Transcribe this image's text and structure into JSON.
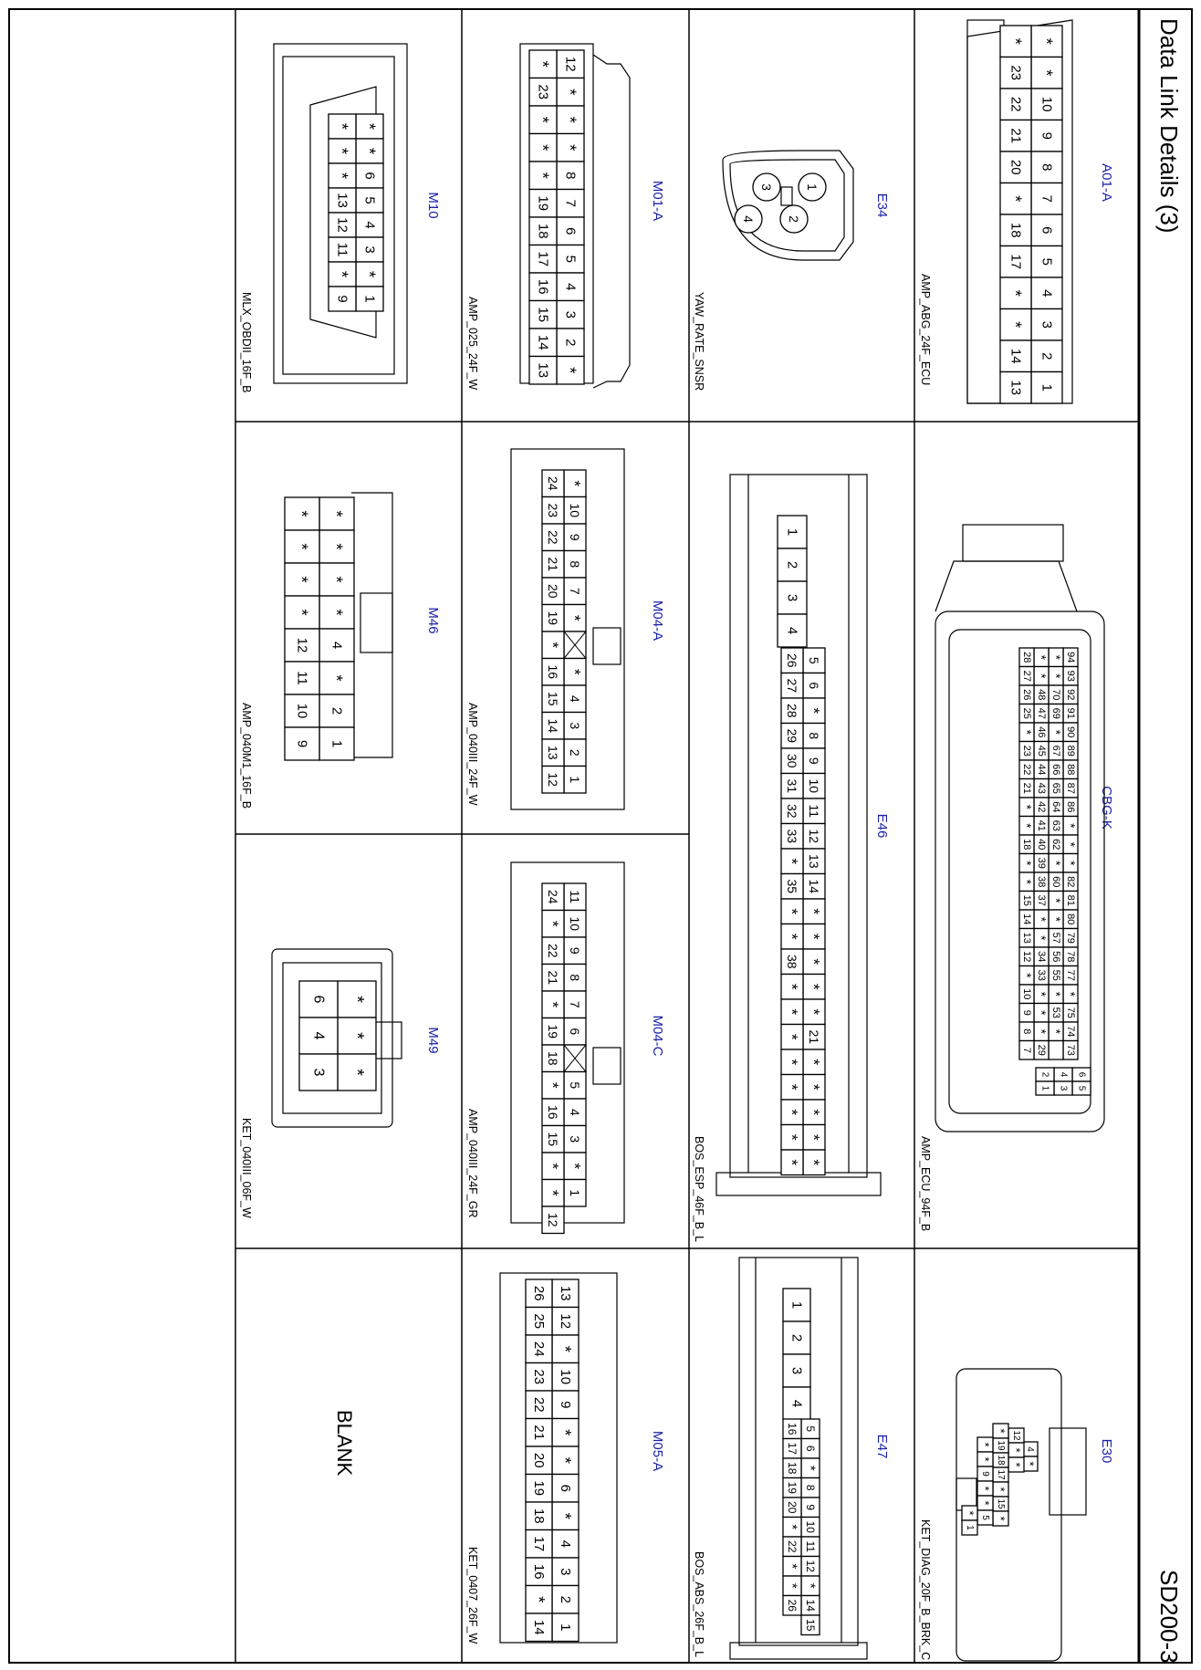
{
  "page": {
    "title": "Data Link Details  (3)",
    "code": "SD200-3",
    "blank_label": "BLANK"
  },
  "connectors": [
    {
      "id": "A01-A",
      "type": "AMP_ABG_24F_ECU",
      "rows": [
        [
          "*",
          "*",
          "10",
          "9",
          "8",
          "7",
          "6",
          "5",
          "4",
          "3",
          "2",
          "1"
        ],
        [
          "*",
          "23",
          "22",
          "21",
          "20",
          "*",
          "18",
          "17",
          "*",
          "*",
          "14",
          "13"
        ]
      ]
    },
    {
      "id": "E34",
      "type": "YAW_RATE_SNSR",
      "rows": [
        [
          "1",
          "2"
        ],
        [
          "3",
          "4"
        ]
      ]
    },
    {
      "id": "M01-A",
      "type": "AMP_025_24F_W",
      "rows": [
        [
          "12",
          "*",
          "*",
          "*",
          "8",
          "7",
          "6",
          "5",
          "4",
          "3",
          "2",
          "*"
        ],
        [
          "*",
          "23",
          "*",
          "*",
          "*",
          "19",
          "18",
          "17",
          "16",
          "15",
          "14",
          "13"
        ]
      ]
    },
    {
      "id": "M10",
      "type": "MLX_OBDII_16F_B",
      "rows": [
        [
          "*",
          "*",
          "6",
          "5",
          "4",
          "3",
          "*",
          "1"
        ],
        [
          "*",
          "*",
          "*",
          "13",
          "12",
          "11",
          "*",
          "9"
        ]
      ]
    },
    {
      "id": "CBG-K",
      "type": "AMP_ECU_94F_B",
      "rows": [
        [
          "94",
          "93",
          "92",
          "91",
          "90",
          "89",
          "88",
          "87",
          "86",
          "*",
          "*",
          "*",
          "82",
          "81",
          "80",
          "79",
          "78",
          "77",
          "*",
          "75",
          "74",
          "73"
        ],
        [
          "*",
          "*",
          "70",
          "69",
          "*",
          "67",
          "66",
          "65",
          "64",
          "63",
          "62",
          "*",
          "60",
          "*",
          "*",
          "57",
          "56",
          "55",
          "*",
          "53",
          "*",
          ""
        ],
        [
          "*",
          "*",
          "48",
          "47",
          "46",
          "45",
          "44",
          "43",
          "42",
          "41",
          "40",
          "39",
          "38",
          "37",
          "*",
          "*",
          "34",
          "33",
          "*",
          "*",
          "*",
          "29"
        ],
        [
          "28",
          "27",
          "26",
          "25",
          "*",
          "23",
          "22",
          "21",
          "*",
          "*",
          "18",
          "*",
          "*",
          "15",
          "14",
          "13",
          "12",
          "*",
          "10",
          "9",
          "8",
          "7"
        ]
      ],
      "aux": [
        [
          "6",
          "5"
        ],
        [
          "4",
          "3"
        ],
        [
          "2",
          "1"
        ]
      ]
    },
    {
      "id": "E46",
      "type": "BOS_ESP_46F_B_L",
      "top": [
        "1",
        "2",
        "3",
        "4"
      ],
      "rows": [
        [
          "5",
          "6",
          "*",
          "8",
          "9",
          "10",
          "11",
          "12",
          "13",
          "14",
          "*",
          "*",
          "*",
          "*",
          "*",
          "21",
          "*",
          "*",
          "*",
          "*",
          "*"
        ],
        [
          "26",
          "27",
          "28",
          "29",
          "30",
          "31",
          "32",
          "33",
          "*",
          "35",
          "*",
          "*",
          "38",
          "*",
          "*",
          "*",
          "*",
          "*",
          "*",
          "*",
          "*"
        ]
      ]
    },
    {
      "id": "M04-A",
      "type": "AMP_040III_24F_W",
      "rows": [
        [
          "*",
          "10",
          "9",
          "8",
          "7",
          "*",
          "X",
          "*",
          "4",
          "3",
          "2",
          "1"
        ],
        [
          "24",
          "23",
          "22",
          "21",
          "20",
          "19",
          "*",
          "16",
          "15",
          "14",
          "13",
          "12"
        ]
      ]
    },
    {
      "id": "M46",
      "type": "AMP_040M1_16F_B",
      "rows": [
        [
          "*",
          "*",
          "*",
          "*",
          "4",
          "*",
          "2",
          "1"
        ],
        [
          "*",
          "*",
          "*",
          "*",
          "12",
          "11",
          "10",
          "9"
        ]
      ]
    },
    {
      "id": "M04-C",
      "type": "AMP_040III_24F_GR",
      "rows": [
        [
          "11",
          "10",
          "9",
          "8",
          "7",
          "6",
          "X",
          "5",
          "4",
          "3",
          "*",
          "1"
        ],
        [
          "24",
          "*",
          "22",
          "21",
          "*",
          "19",
          "18",
          "*",
          "16",
          "15",
          "*",
          "*",
          "12"
        ]
      ]
    },
    {
      "id": "M49",
      "type": "KET_040III_06F_W",
      "rows": [
        [
          "*",
          "*",
          "*"
        ],
        [
          "6",
          "4",
          "3"
        ]
      ]
    },
    {
      "id": "E30",
      "type": "KET_DIAG_20F_B_BRK_C",
      "rows": [
        [
          "4",
          "*"
        ],
        [
          "12",
          "*",
          "*"
        ],
        [
          "*",
          "19",
          "18",
          "17",
          "*",
          "15",
          "*"
        ],
        [
          "*",
          "*",
          "9",
          "*",
          "*",
          "5"
        ],
        [
          "*",
          "1"
        ]
      ]
    },
    {
      "id": "E47",
      "type": "BOS_ABS_26F_B_L",
      "top": [
        "1",
        "2",
        "3",
        "4"
      ],
      "rows": [
        [
          "5",
          "6",
          "*",
          "8",
          "9",
          "10",
          "11",
          "12",
          "*",
          "14",
          "15"
        ],
        [
          "16",
          "17",
          "18",
          "19",
          "20",
          "*",
          "22",
          "*",
          "*",
          "26"
        ]
      ]
    },
    {
      "id": "M05-A",
      "type": "KET_0407_26F_W",
      "rows": [
        [
          "13",
          "12",
          "*",
          "10",
          "9",
          "*",
          "*",
          "6",
          "*",
          "4",
          "3",
          "2",
          "1"
        ],
        [
          "26",
          "25",
          "24",
          "23",
          "22",
          "21",
          "20",
          "19",
          "18",
          "17",
          "16",
          "*",
          "14"
        ]
      ]
    }
  ]
}
